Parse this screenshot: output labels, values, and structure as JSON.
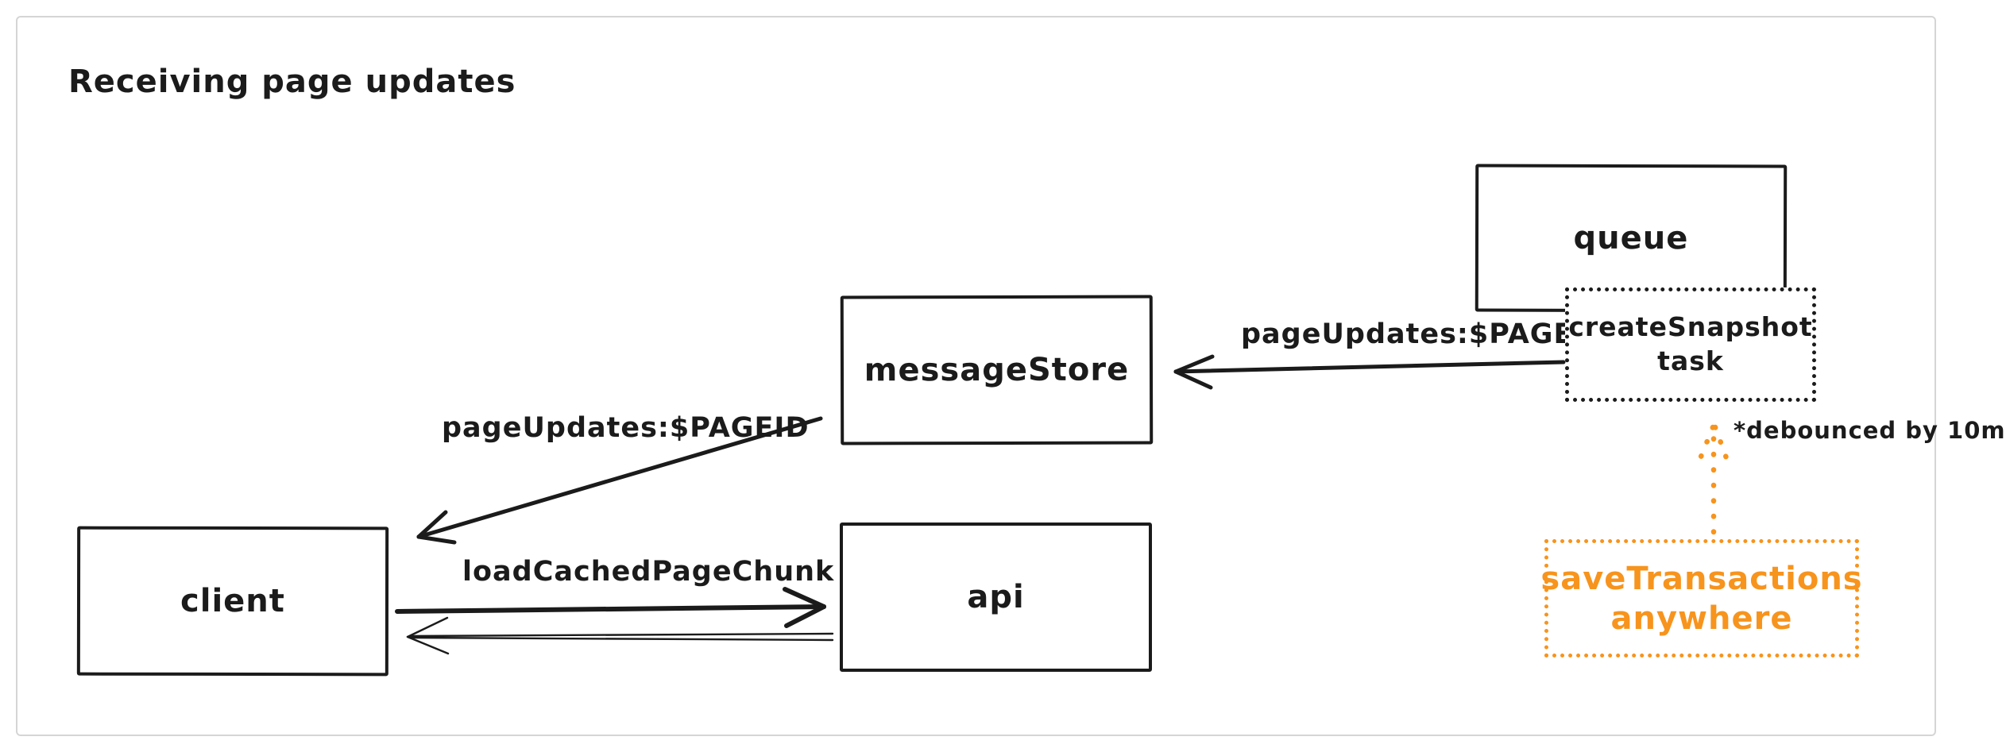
{
  "title": "Receiving page updates",
  "colors": {
    "ink": "#1b1b1b",
    "accent_orange": "#f7941d",
    "canvas_border": "#d5d5d5",
    "background": "#ffffff"
  },
  "nodes": {
    "queue": {
      "label": "queue"
    },
    "create_snapshot": {
      "line1": "createSnapshot",
      "line2": "task"
    },
    "message_store": {
      "label": "messageStore"
    },
    "client": {
      "label": "client"
    },
    "api": {
      "label": "api"
    },
    "save_transactions": {
      "line1": "saveTransactions",
      "line2": "anywhere"
    }
  },
  "edges": {
    "snapshot_to_message_store": {
      "label": "pageUpdates:$PAGEID"
    },
    "message_store_to_client": {
      "label": "pageUpdates:$PAGEID"
    },
    "client_to_api": {
      "label": "loadCachedPageChunk"
    },
    "save_transactions_to_snapshot": {
      "note": "*debounced by 10m"
    }
  }
}
